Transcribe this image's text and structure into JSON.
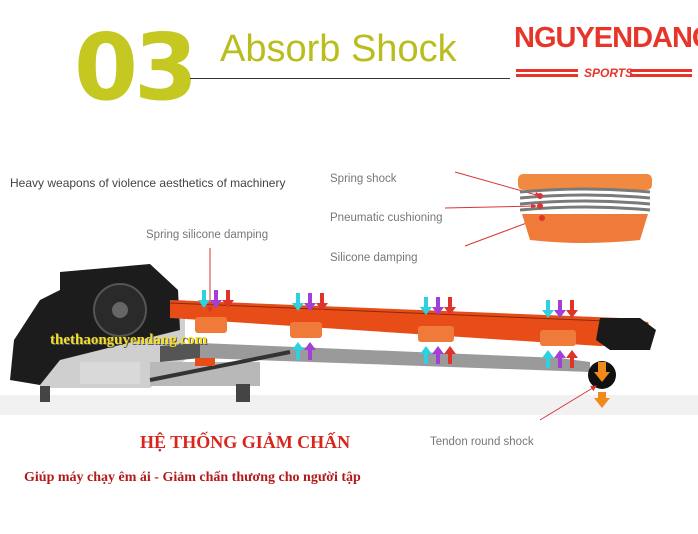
{
  "header": {
    "number": "03",
    "title": "Absorb Shock"
  },
  "logo": {
    "brand": "NGUYENDANG",
    "tagline": "SPORTS"
  },
  "labels": {
    "heavy_weapons": "Heavy weapons of violence aesthetics of machinery",
    "spring_silicone_damping": "Spring silicone damping",
    "spring_shock": "Spring shock",
    "pneumatic_cushioning": "Pneumatic cushioning",
    "silicone_damping": "Silicone damping",
    "tendon_round_shock": "Tendon round shock"
  },
  "watermark": "thethaonguyendang.com",
  "caption": {
    "heading": "HỆ THỐNG GIẢM CHẤN",
    "subheading": "Giúp máy chạy êm ái - Giảm chấn thương cho người tập"
  },
  "colors": {
    "accent_olive": "#c4c820",
    "brand_red": "#e8352a",
    "damper_orange": "#f07a3a",
    "arrow_cyan": "#2fd0e0",
    "arrow_purple": "#a23fd6",
    "arrow_red": "#e0332a"
  }
}
